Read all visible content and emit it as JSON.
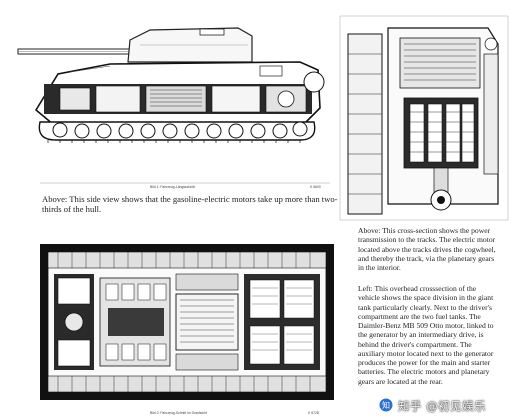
{
  "captions": {
    "side_view": "Above: This side view shows that the gasoline-electric motors take up more than two-thirds of the hull.",
    "cross_section": "Above: This cross-section shows the power transmission to the tracks. The electric motor located above the tracks drives the cogwheel, and thereby the track, via the planetary gears in the interior.",
    "overhead": "Left: This overhead crosssection of the vehicle shows the space division in the giant tank particularly clearly. Next to the driver's compartment are the two fuel tanks. The Daimler-Benz MB 509 Otto motor, linked to the generator by an intermediary drive, is behind the driver's compartment. The auxiliary motor located next to the generator produces the power for the main and starter batteries. The electric motors and planetary gears are located at the rear."
  },
  "plates": {
    "top_label": "Bild 1: Fahrzeug-Längsschnitt",
    "top_code": "K 5600",
    "bottom_label": "Bild 2: Fahrzeug-Schnitt im Draufsicht",
    "bottom_code": "K 5728"
  },
  "watermark": {
    "text": "知乎 @初见娱乐"
  },
  "colors": {
    "ink": "#1a1a1a",
    "paper": "#ffffff"
  }
}
